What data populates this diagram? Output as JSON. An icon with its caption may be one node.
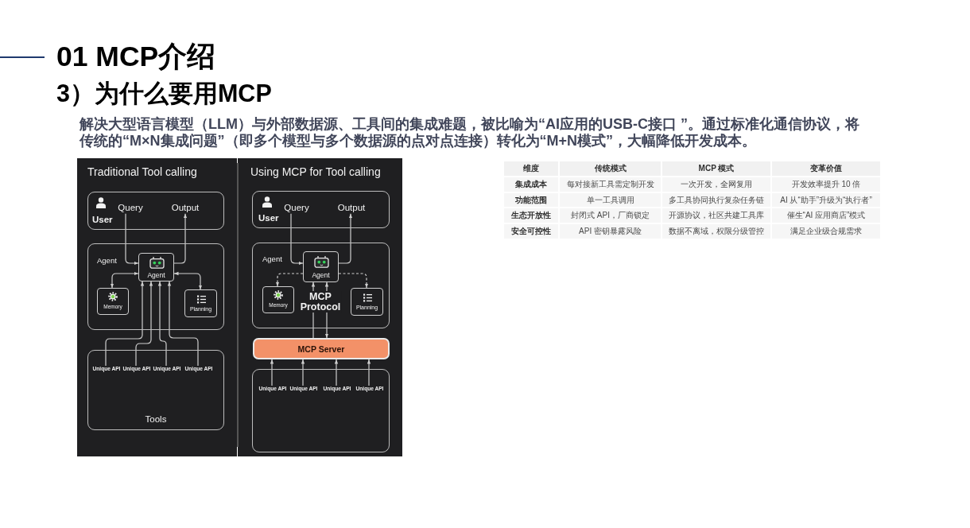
{
  "diagram": {
    "title": "01 MCP介绍",
    "nodes": [
      {
        "text": [
          "Traditional Tool calling"
        ]
      },
      {
        "text": [
          "User"
        ],
        "in": 0
      },
      {
        "text": [
          "Query"
        ],
        "in": 1
      },
      {
        "text": [
          "Output"
        ],
        "in": 1
      },
      {
        "text": [
          "Agent"
        ],
        "in": 0
      },
      {
        "text": [
          "Agent"
        ],
        "in": 4
      },
      {
        "text": [
          "Memory"
        ],
        "in": 4
      },
      {
        "text": [
          "Planning"
        ],
        "in": 4
      },
      {
        "text": [
          "Tools"
        ],
        "in": 0
      },
      {
        "text": [
          "Unique API"
        ],
        "in": 8
      },
      {
        "text": [
          "Unique API"
        ],
        "in": 8
      },
      {
        "text": [
          "Unique API"
        ],
        "in": 8
      },
      {
        "text": [
          "Unique API"
        ],
        "in": 8
      },
      {
        "text": [
          "Using MCP for Tool calling"
        ]
      },
      {
        "text": [
          "User"
        ],
        "in": 13
      },
      {
        "text": [
          "Query"
        ],
        "in": 14
      },
      {
        "text": [
          "Output"
        ],
        "in": 14
      },
      {
        "text": [
          "Agent"
        ],
        "in": 13
      },
      {
        "text": [
          "Agent"
        ],
        "in": 17
      },
      {
        "text": [
          "Memory"
        ],
        "in": 17
      },
      {
        "text": [
          "Planning"
        ],
        "in": 17
      },
      {
        "text": [
          "MCP Server"
        ],
        "in": 13
      },
      {
        "text": [],
        "shape": "box",
        "in": 13
      },
      {
        "text": [
          "Unique API"
        ],
        "in": 22
      },
      {
        "text": [
          "Unique API"
        ],
        "in": 22
      },
      {
        "text": [
          "Unique API"
        ],
        "in": 22
      },
      {
        "text": [
          "Unique API"
        ],
        "in": 22
      }
    ],
    "edges": [
      {
        "from": 2,
        "to": 5,
        "arrow": "to"
      },
      {
        "from": 5,
        "to": 3,
        "arrow": "to"
      },
      {
        "from": 5,
        "to": 6,
        "arrow": "both"
      },
      {
        "from": 5,
        "to": 7,
        "arrow": "both"
      },
      {
        "from": 9,
        "to": 5,
        "arrow": "to"
      },
      {
        "from": 10,
        "to": 5,
        "arrow": "to"
      },
      {
        "from": 11,
        "to": 5,
        "arrow": "to"
      },
      {
        "from": 12,
        "to": 5,
        "arrow": "to"
      },
      {
        "from": 15,
        "to": 18,
        "arrow": "to"
      },
      {
        "from": 18,
        "to": 16,
        "arrow": "to"
      },
      {
        "from": 18,
        "to": 19,
        "arrow": "to",
        "style": "dashed"
      },
      {
        "from": 18,
        "to": 20,
        "arrow": "to",
        "style": "dashed"
      },
      {
        "from": 21,
        "to": 18,
        "arrow": "to"
      },
      {
        "from": 21,
        "to": 18,
        "arrow": "both"
      },
      {
        "from": 23,
        "to": 21,
        "arrow": "to"
      },
      {
        "from": 24,
        "to": 21,
        "arrow": "to"
      },
      {
        "from": 25,
        "to": 21,
        "arrow": "to"
      },
      {
        "from": 26,
        "to": 21,
        "arrow": "to"
      }
    ],
    "labels": [
      "3）为什么要用MCP",
      "解决大型语言模型（LLM）与外部数据源、工具间的集成难题，被比喻为“AI应用的USB-C接口 ”。通过标准化通信协议，将传统的“M×N集成问题”（即多个模型与多个数据源的点对点连接）转化为“M+N模式”，大幅降低开发成本。",
      "维度",
      "传统模式",
      "MCP 模式",
      "变革价值",
      "集成成本",
      "每对接新工具需定制开发",
      "一次开发，全网复用",
      "开发效率提升 10 倍",
      "功能范围",
      "单一工具调用",
      "多工具协同执行复杂任务链",
      "AI 从“助手”升级为“执行者”",
      "生态开放性",
      "封闭式 API，厂商锁定",
      "开源协议，社区共建工具库",
      "催生“AI 应用商店”模式",
      "安全可控性",
      "API 密钥暴露风险",
      "数据不离域，权限分级管控",
      "满足企业级合规需求",
      "MCP Protocol"
    ]
  }
}
